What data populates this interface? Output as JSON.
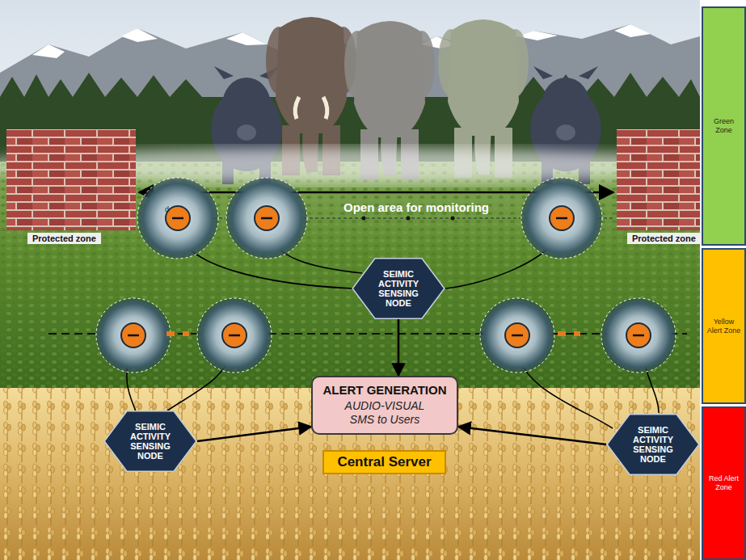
{
  "diagram": {
    "nodes": [
      {
        "text": [
          "Protected zone"
        ]
      },
      {
        "text": [
          "Protected zone"
        ]
      },
      {
        "text": [
          "Green Zone"
        ]
      },
      {
        "text": [
          "SEIMIC ACTIVITY SENSING NODE"
        ]
      },
      {
        "text": [
          "Yellow Alert Zone"
        ]
      },
      {
        "text": [
          "SEIMIC ACTIVITY SENSING NODE"
        ]
      },
      {
        "text": [
          "ALERT GENERATION",
          "AUDIO-VISUAL SMS to Users"
        ]
      },
      {
        "text": [
          "SEIMIC ACTIVITY SENSING NODE"
        ]
      },
      {
        "text": [
          "Central Server"
        ]
      },
      {
        "text": [
          "Red Alert Zone"
        ]
      }
    ],
    "edges": [
      {
        "from": 3,
        "to": 6,
        "arrow": "to"
      },
      {
        "from": 5,
        "to": 6,
        "arrow": "to"
      },
      {
        "from": 7,
        "to": 6,
        "arrow": "to"
      }
    ],
    "labels": [
      "Open area for monitoring",
      "d"
    ]
  }
}
